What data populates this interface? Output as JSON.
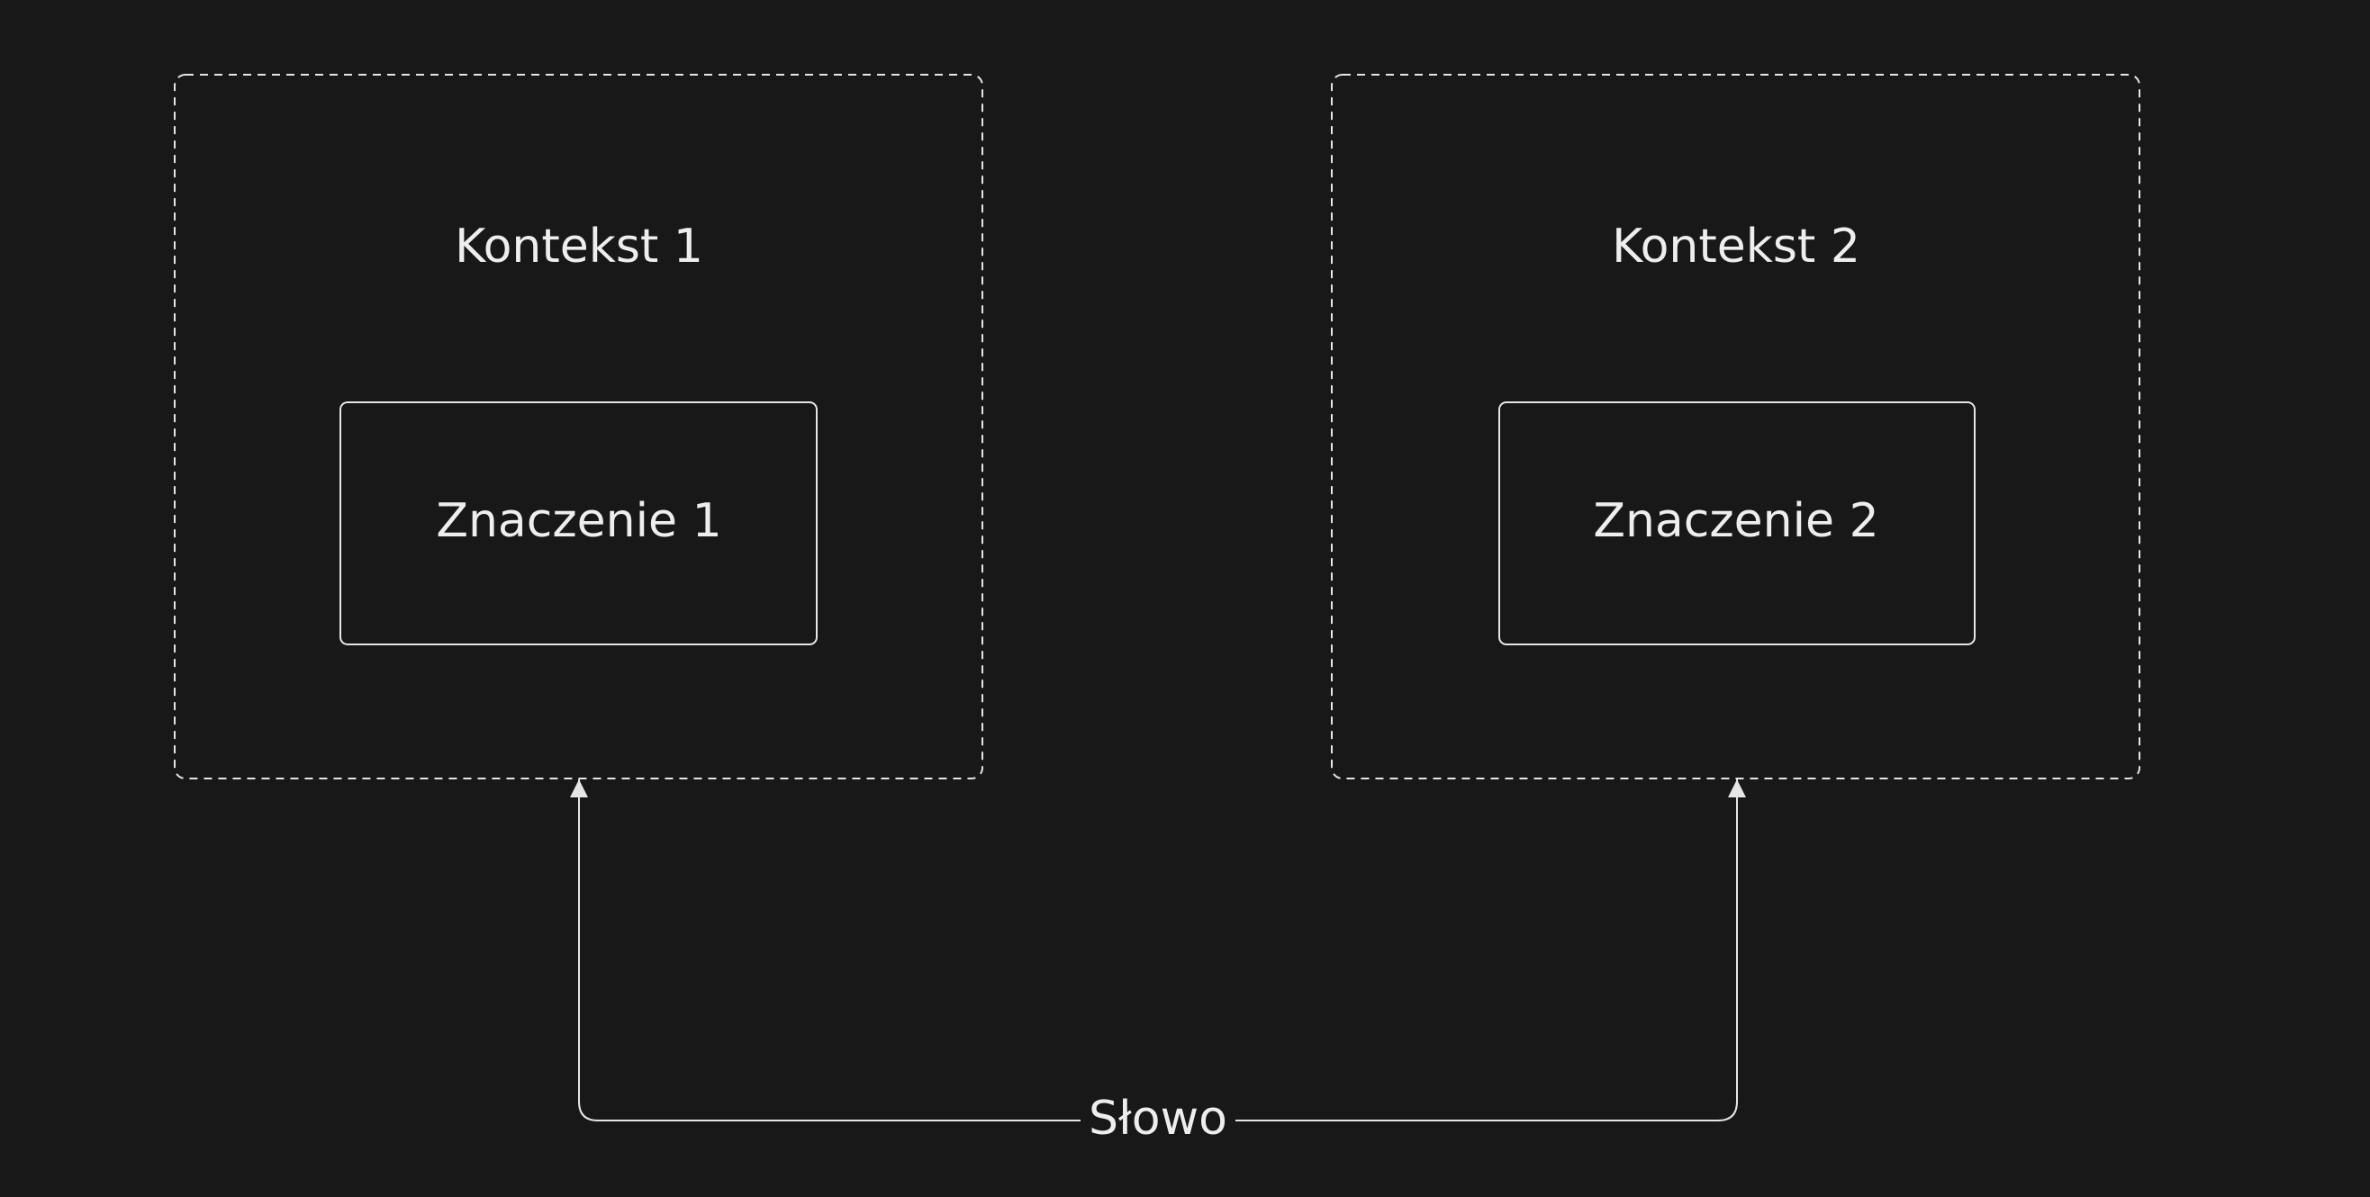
{
  "colors": {
    "background": "#181818",
    "stroke": "#e6e6e6",
    "text": "#eeeeee"
  },
  "diagram": {
    "contexts": [
      {
        "title": "Kontekst 1",
        "meaning": "Znaczenie 1"
      },
      {
        "title": "Kontekst 2",
        "meaning": "Znaczenie 2"
      }
    ],
    "word": "Słowo"
  }
}
